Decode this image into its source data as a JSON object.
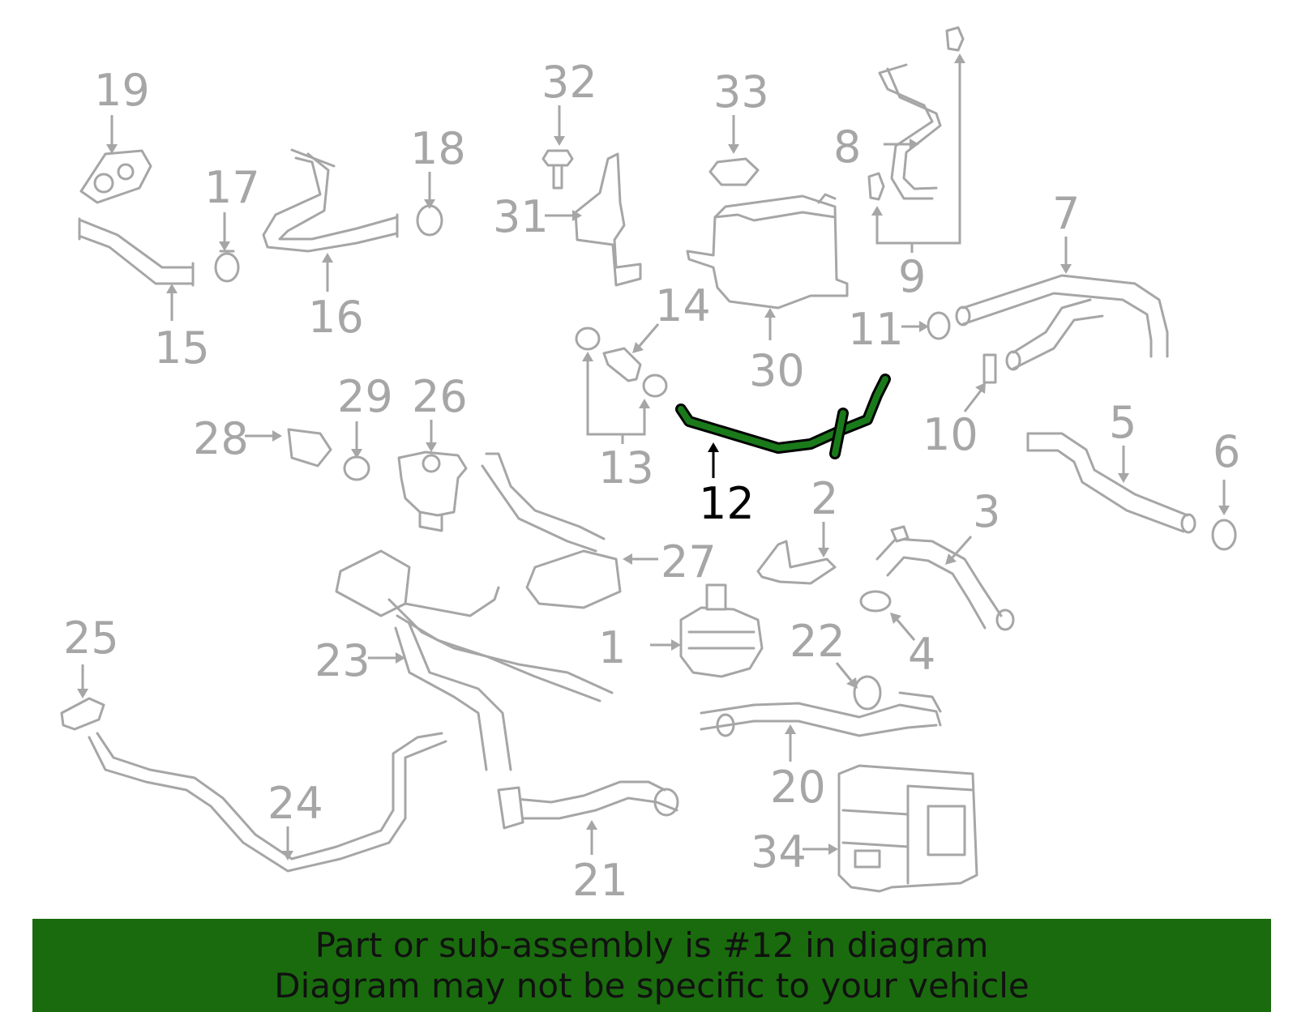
{
  "callouts": {
    "c1": "1",
    "c2": "2",
    "c3": "3",
    "c4": "4",
    "c5": "5",
    "c6": "6",
    "c7": "7",
    "c8": "8",
    "c9": "9",
    "c10": "10",
    "c11": "11",
    "c12": "12",
    "c13": "13",
    "c14": "14",
    "c15": "15",
    "c16": "16",
    "c17": "17",
    "c18": "18",
    "c19": "19",
    "c20": "20",
    "c21": "21",
    "c22": "22",
    "c23": "23",
    "c24": "24",
    "c25": "25",
    "c26": "26",
    "c27": "27",
    "c28": "28",
    "c29": "29",
    "c30": "30",
    "c31": "31",
    "c32": "32",
    "c33": "33",
    "c34": "34"
  },
  "highlight": {
    "part_number": "12",
    "color": "#1a7a1a"
  },
  "banner": {
    "line1": "Part or sub-assembly is #12 in diagram",
    "line2": "Diagram may not be specific to your vehicle",
    "background": "#1a6b0e"
  }
}
